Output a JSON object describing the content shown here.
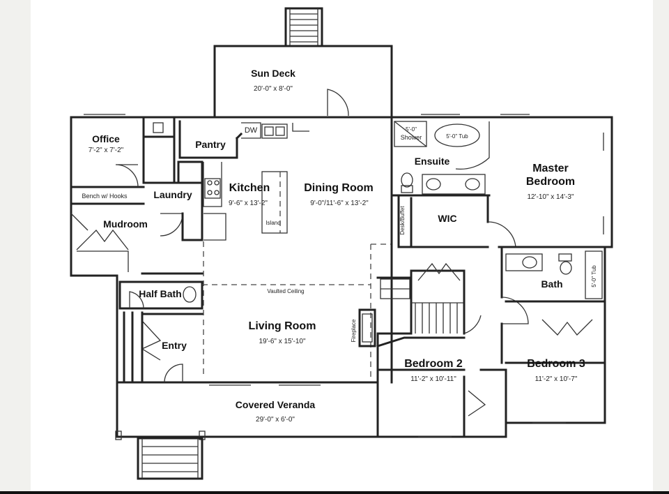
{
  "rooms": {
    "sun_deck": {
      "name": "Sun Deck",
      "dims": "20'-0\" x 8'-0\""
    },
    "office": {
      "name": "Office",
      "dims": "7'-2\" x 7'-2\""
    },
    "pantry": {
      "name": "Pantry"
    },
    "kitchen": {
      "name": "Kitchen",
      "dims": "9'-6\" x 13'-2\""
    },
    "dining_room": {
      "name": "Dining Room",
      "dims": "9'-0\"/11'-6\" x 13'-2\""
    },
    "ensuite": {
      "name": "Ensuite"
    },
    "master_bedroom": {
      "name": "Master Bedroom",
      "name_line1": "Master",
      "name_line2": "Bedroom",
      "dims": "12'-10\" x 14'-3\""
    },
    "laundry": {
      "name": "Laundry"
    },
    "mudroom": {
      "name": "Mudroom"
    },
    "wic": {
      "name": "WIC"
    },
    "half_bath": {
      "name": "Half Bath"
    },
    "living_room": {
      "name": "Living Room",
      "dims": "19'-6\" x 15'-10\""
    },
    "bath": {
      "name": "Bath"
    },
    "entry": {
      "name": "Entry"
    },
    "bedroom_2": {
      "name": "Bedroom 2",
      "dims": "11'-2\" x 10'-11\""
    },
    "bedroom_3": {
      "name": "Bedroom 3",
      "dims": "11'-2\" x 10'-7\""
    },
    "covered_veranda": {
      "name": "Covered Veranda",
      "dims": "29'-0\" x 6'-0\""
    }
  },
  "labels": {
    "dw": "DW",
    "shower_line1": "5'-0\"",
    "shower_line2": "Shower",
    "tub": "5'-0\" Tub",
    "bench": "Bench w/ Hooks",
    "island": "Island",
    "desk_buffet": "Desk/Buffet",
    "vaulted_ceiling": "Vaulted Ceiling",
    "fireplace": "Fireplace",
    "bath_tub": "5'-0\" Tub"
  }
}
